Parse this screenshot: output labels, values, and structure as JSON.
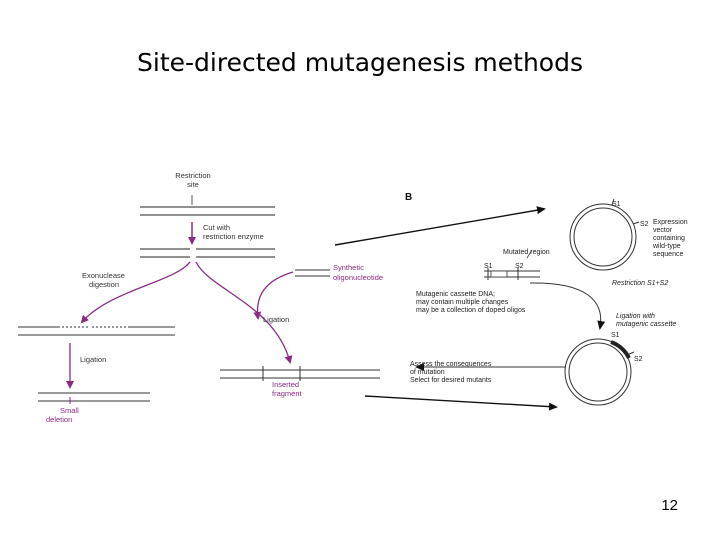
{
  "title": "Site-directed mutagenesis methods",
  "page_number": "12",
  "colors": {
    "accent": "#8b2a86",
    "ink": "#222222"
  },
  "panel_a": {
    "restriction_site": [
      "Restriction",
      "site"
    ],
    "cut_with": [
      "Cut with",
      "restriction enzyme"
    ],
    "exonuclease": [
      "Exonuclease",
      "digestion"
    ],
    "synthetic": [
      "Synthetic",
      "oligonucleotide"
    ],
    "ligation_mid": "Ligation",
    "ligation_left": "Ligation",
    "inserted": [
      "Inserted",
      "fragment"
    ],
    "small_deletion": [
      "Small",
      "deletion"
    ]
  },
  "panel_b": {
    "label": "B",
    "s1": "S1",
    "s2": "S2",
    "expression": [
      "Expression",
      "vector",
      "containing",
      "wild-type",
      "sequence"
    ],
    "mutated_region": "Mutated region",
    "restriction": "Restriction S1+S2",
    "cassette": [
      "Mutagenic cassette DNA;",
      "may contain multiple changes",
      "may be a collection of doped oligos"
    ],
    "ligation": [
      "Ligation with",
      "mutagenic cassette"
    ],
    "assess": [
      "Assess the consequences",
      "of mutation",
      "Select for desired mutants"
    ]
  }
}
